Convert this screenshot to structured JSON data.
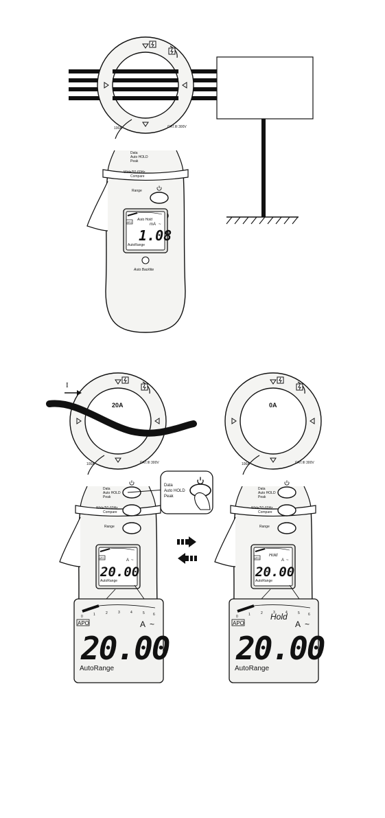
{
  "figure1": {
    "clamp_label": "100A",
    "cat_label": "CAT.III 300V",
    "buttons": {
      "data": "Data",
      "auto_hold": "Auto HOLD",
      "peak": "Peak",
      "wide": "Wide/50-60Hz",
      "compare": "Compare",
      "range": "Range"
    },
    "lcd": {
      "flag": "Auto Hold",
      "unit": "mA",
      "ac": "~",
      "reading": "1.08",
      "autorange": "AutoRange",
      "apo": "APO"
    },
    "backlight": "Auto Backlite"
  },
  "figure2": {
    "current_label": "I",
    "meter_left": {
      "jaw_reading": "20A",
      "clamp_label": "100A",
      "cat_label": "CAT.III 300V",
      "buttons": {
        "data": "Data",
        "auto_hold": "Auto HOLD",
        "peak": "Peak",
        "wide": "Wide/50-60Hz",
        "compare": "Compare",
        "range": "Range"
      },
      "lcd": {
        "apo": "APO",
        "unit": "A",
        "ac": "~",
        "reading": "20.00",
        "autorange": "AutoRange"
      }
    },
    "meter_right": {
      "jaw_reading": "0A",
      "clamp_label": "100A",
      "cat_label": "CAT.III 300V",
      "buttons": {
        "data": "Data",
        "auto_hold": "Auto HOLD",
        "peak": "Peak",
        "wide": "Wide/50-60Hz",
        "compare": "Compare",
        "range": "Range"
      },
      "lcd": {
        "apo": "APO",
        "flag": "Hold",
        "unit": "A",
        "ac": "~",
        "reading": "20.00",
        "autorange": "AutoRange"
      }
    },
    "callout": {
      "data": "Data",
      "auto_hold": "Auto HOLD",
      "peak": "Peak"
    },
    "zoom_left": {
      "apo": "APO",
      "unit": "A",
      "ac": "~",
      "reading": "20.00",
      "autorange": "AutoRange",
      "scale": [
        "0",
        "1",
        "2",
        "3",
        "4",
        "5",
        "6"
      ]
    },
    "zoom_right": {
      "apo": "APO",
      "flag": "Hold",
      "unit": "A",
      "ac": "~",
      "reading": "20.00",
      "autorange": "AutoRange",
      "scale": [
        "0",
        "1",
        "2",
        "3",
        "4",
        "5",
        "6"
      ]
    }
  }
}
